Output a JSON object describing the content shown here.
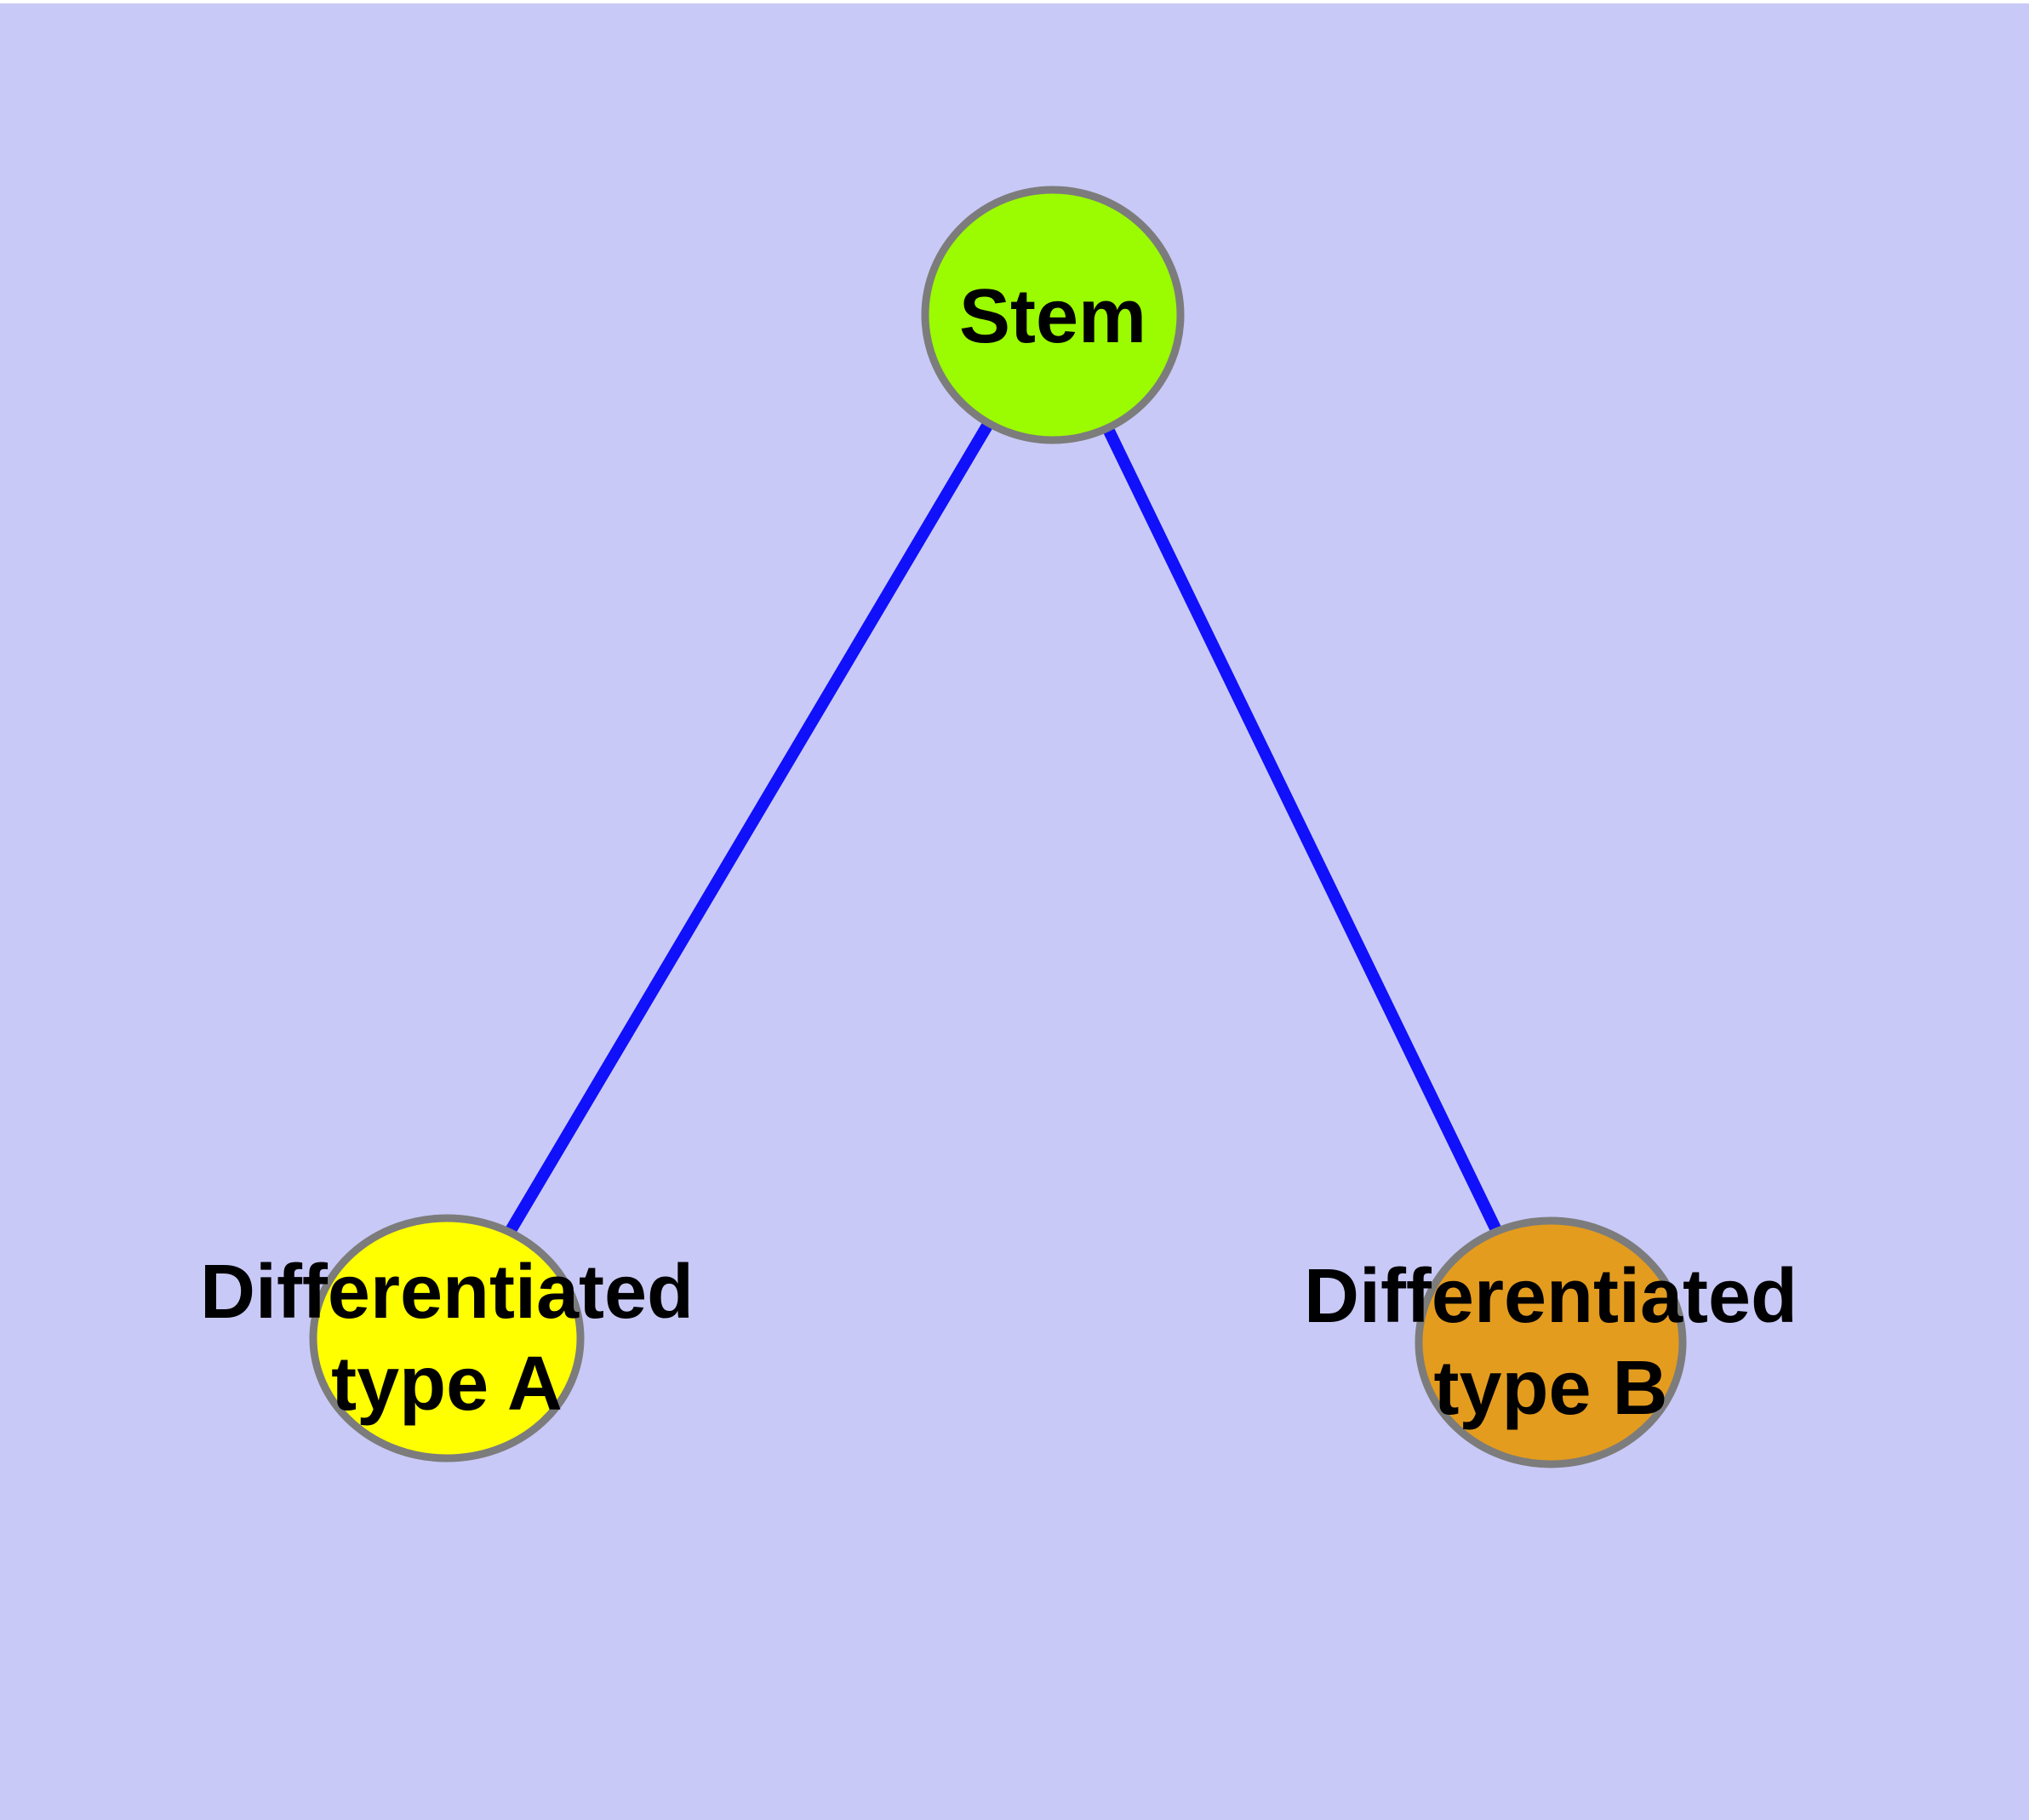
{
  "diagram": {
    "type": "node-link-graph",
    "title": "Stem cell differentiation diagram",
    "colors": {
      "background": "#C9C9F7",
      "edge": "#1010FA",
      "node_border": "#7C7C7C",
      "label": "#000000"
    },
    "nodes": {
      "stem": {
        "label": "Stem",
        "fill": "#9BFB00"
      },
      "type_a": {
        "label_line1": "Differentiated",
        "label_line2": "type A",
        "fill": "#FFFF00"
      },
      "type_b": {
        "label_line1": "Differentiated",
        "label_line2": "type B",
        "fill": "#E49C1E"
      }
    },
    "edges": [
      {
        "from": "Stem",
        "to": "Differentiated type A"
      },
      {
        "from": "Stem",
        "to": "Differentiated type B"
      }
    ]
  }
}
